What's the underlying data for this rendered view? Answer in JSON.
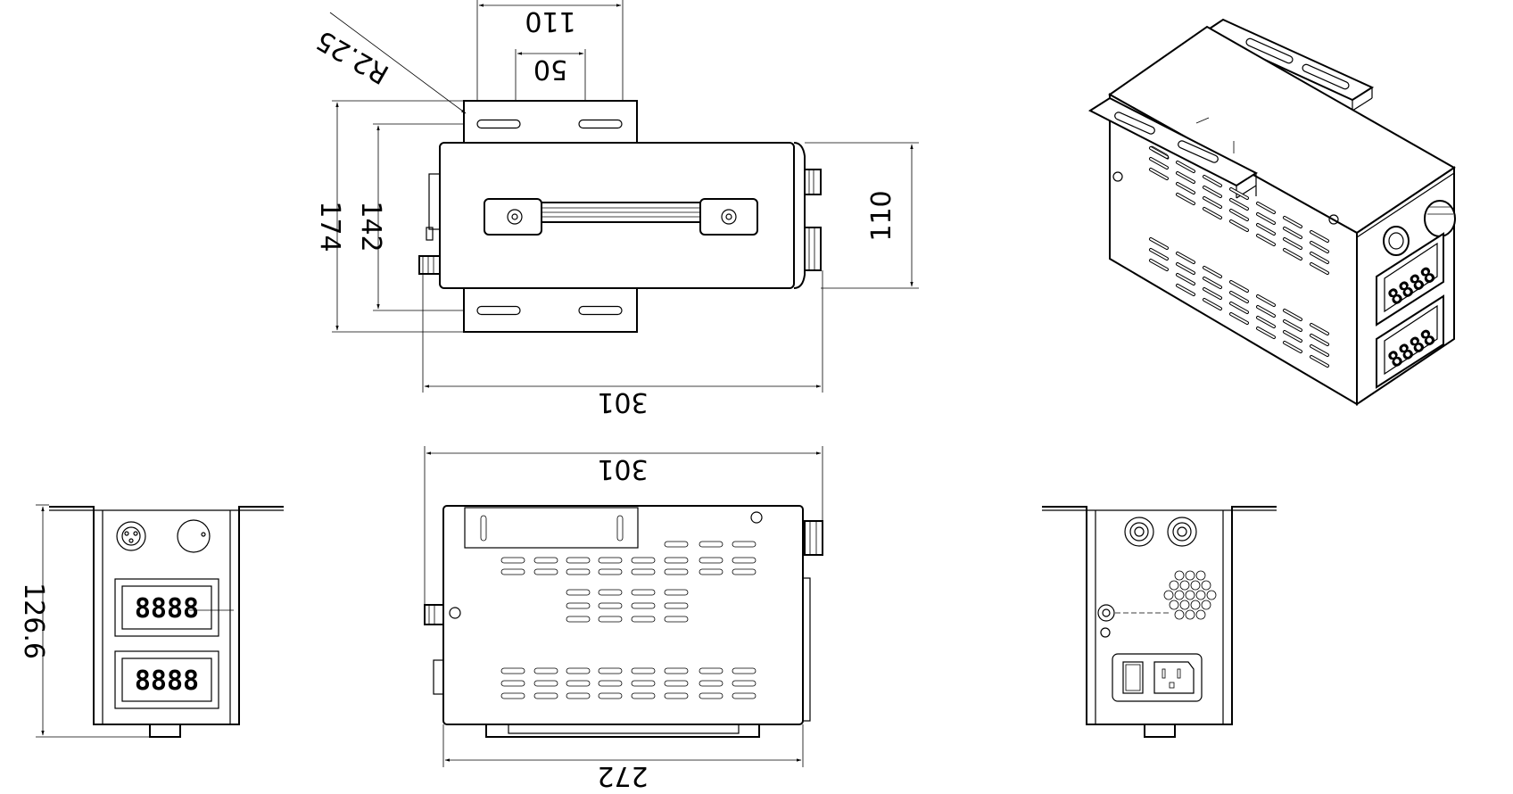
{
  "dimensions": {
    "top_view": {
      "width_110_top": "110",
      "slot_pitch_50": "50",
      "radius": "R2.25",
      "height_174": "174",
      "height_142": "142",
      "height_110_right": "110",
      "length_301_bottom": "301"
    },
    "front_view": {
      "length_301_top": "301",
      "length_272_bottom": "272"
    },
    "left_view": {
      "height_126_6": "126.6"
    }
  },
  "displays": {
    "iso_upper": "8888",
    "iso_lower": "8888",
    "left_upper": "8888",
    "left_lower": "8888"
  }
}
